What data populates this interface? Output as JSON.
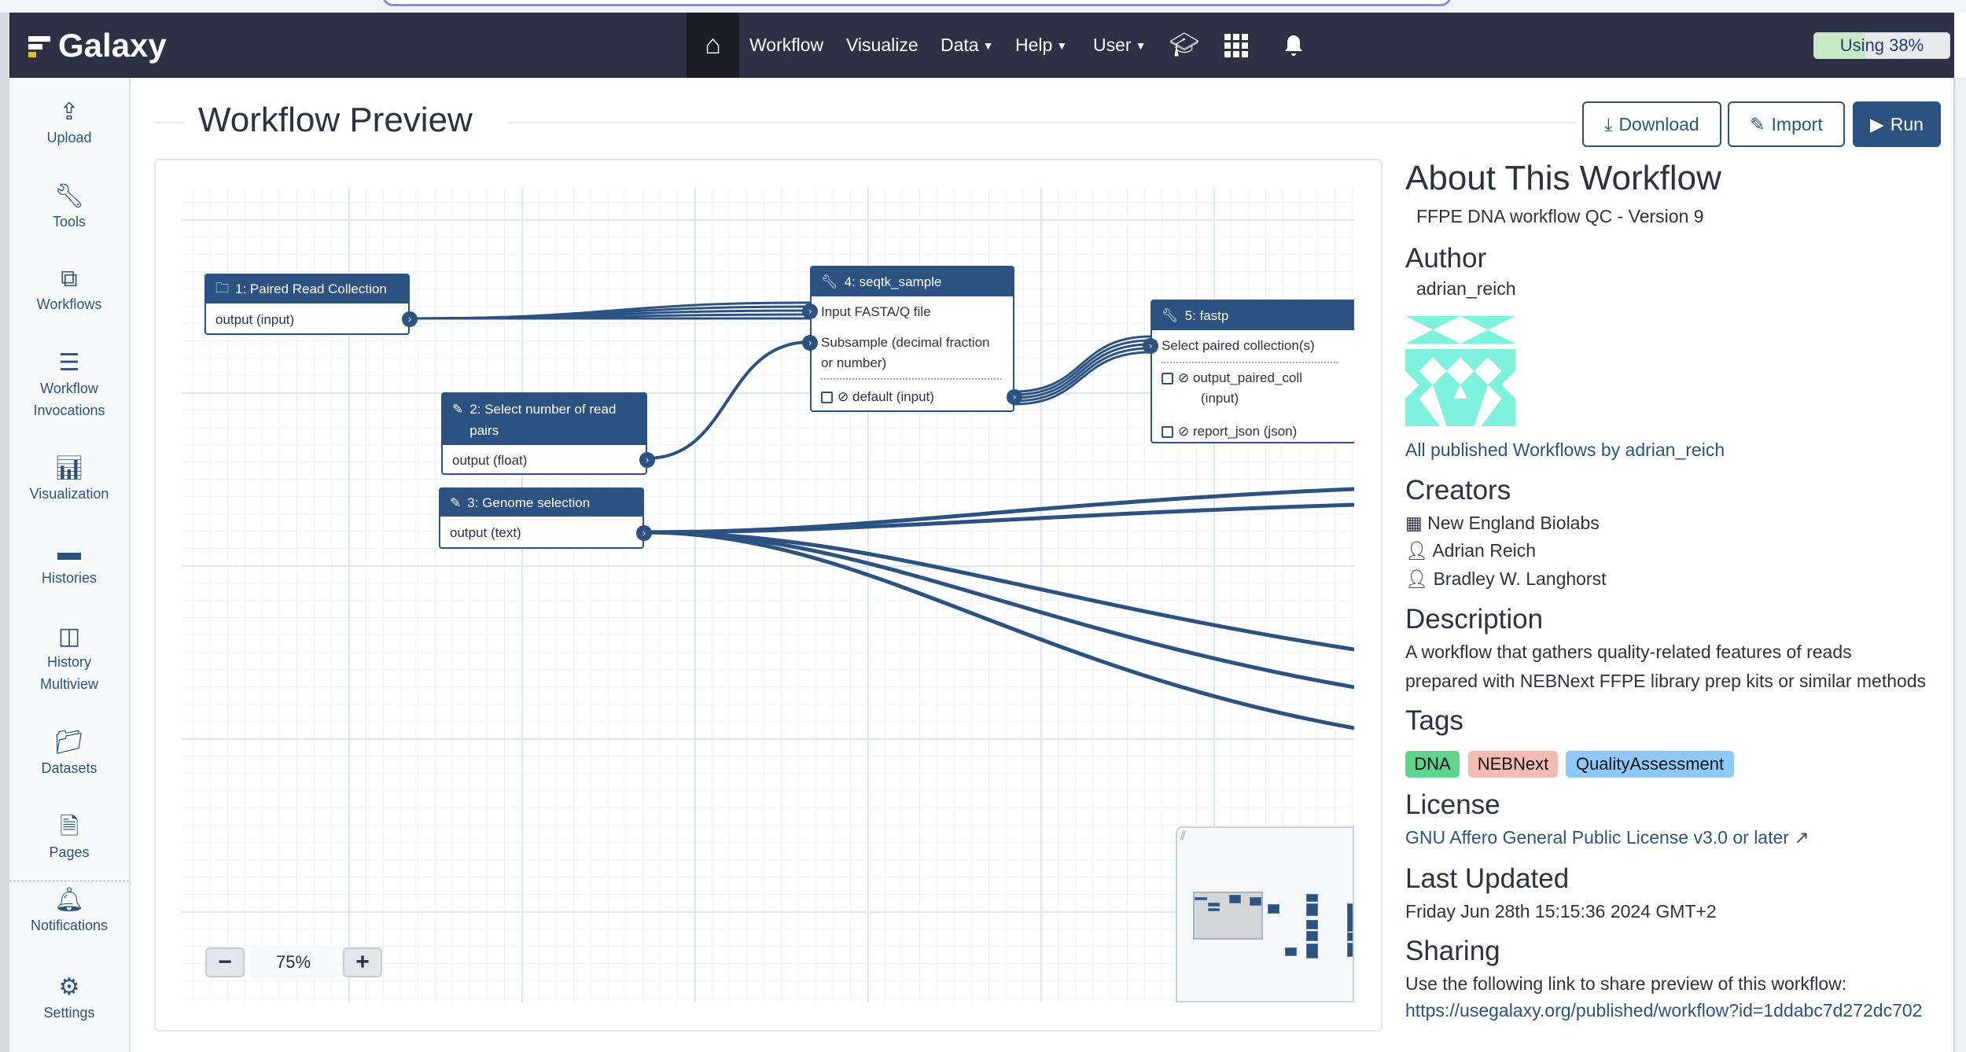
{
  "brand": {
    "name": "Galaxy"
  },
  "nav": {
    "items": [
      {
        "label": "Workflow"
      },
      {
        "label": "Visualize"
      },
      {
        "label": "Data",
        "dropdown": true
      },
      {
        "label": "Help",
        "dropdown": true
      },
      {
        "label": "User",
        "dropdown": true
      }
    ],
    "icons": [
      "home-icon",
      "graduation-cap-icon",
      "apps-grid-icon",
      "bell-icon"
    ],
    "quota": {
      "label": "Using 38%",
      "percent": 38
    }
  },
  "sidebar": {
    "items": [
      {
        "label": "Upload",
        "icon": "upload-icon"
      },
      {
        "label": "Tools",
        "icon": "wrench-icon"
      },
      {
        "label": "Workflows",
        "icon": "sitemap-icon"
      },
      {
        "label": "Workflow Invocations",
        "icon": "list-icon"
      },
      {
        "label": "Visualization",
        "icon": "chart-icon"
      },
      {
        "label": "Histories",
        "icon": "hdd-icon"
      },
      {
        "label": "History Multiview",
        "icon": "columns-icon"
      },
      {
        "label": "Datasets",
        "icon": "folder-icon"
      },
      {
        "label": "Pages",
        "icon": "file-icon"
      },
      {
        "label": "Notifications",
        "icon": "bell-icon"
      },
      {
        "label": "Settings",
        "icon": "gear-icon"
      }
    ]
  },
  "page": {
    "title": "Workflow Preview",
    "buttons": {
      "download": "Download",
      "import": "Import",
      "run": "Run"
    }
  },
  "canvas": {
    "zoom": "75%",
    "nodes": [
      {
        "title": "1: Paired Read Collection",
        "icon": "folder-icon",
        "outputs": [
          "output (input)"
        ]
      },
      {
        "title": "2: Select number of read pairs",
        "icon": "pencil-icon",
        "outputs": [
          "output (float)"
        ]
      },
      {
        "title": "3: Genome selection",
        "icon": "pencil-icon",
        "outputs": [
          "output (text)"
        ]
      },
      {
        "title": "4: seqtk_sample",
        "icon": "wrench-icon",
        "inputs": [
          "Input FASTA/Q file",
          "Subsample (decimal fraction or number)"
        ],
        "outputs": [
          "default (input)"
        ]
      },
      {
        "title": "5: fastp",
        "icon": "wrench-icon",
        "inputs": [
          "Select paired collection(s)"
        ],
        "outputs": [
          "output_paired_coll (input)",
          "report_json (json)"
        ]
      }
    ]
  },
  "about": {
    "heading": "About This Workflow",
    "name": "FFPE DNA workflow QC - Version 9",
    "author_heading": "Author",
    "author": "adrian_reich",
    "author_link": "All published Workflows by adrian_reich",
    "creators_heading": "Creators",
    "creators": [
      {
        "name": "New England Biolabs",
        "icon": "building-icon"
      },
      {
        "name": "Adrian Reich",
        "icon": "user-icon"
      },
      {
        "name": "Bradley W. Langhorst",
        "icon": "user-icon"
      }
    ],
    "description_heading": "Description",
    "description": [
      "A workflow that gathers quality-related features of reads",
      "prepared with NEBNext FFPE library prep kits or similar methods"
    ],
    "tags_heading": "Tags",
    "tags": [
      {
        "label": "DNA",
        "color": "#5fd48e"
      },
      {
        "label": "NEBNext",
        "color": "#f3bcb2"
      },
      {
        "label": "QualityAssessment",
        "color": "#8ecaf9"
      }
    ],
    "license_heading": "License",
    "license": "GNU Affero General Public License v3.0 or later",
    "updated_heading": "Last Updated",
    "updated": "Friday Jun 28th 15:15:36 2024 GMT+2",
    "sharing_heading": "Sharing",
    "sharing_text": "Use the following link to share preview of this workflow:",
    "sharing_url": "https://usegalaxy.org/published/workflow?id=1ddabc7d272dc702"
  },
  "colors": {
    "navbar": "#2c3143",
    "primary": "#2c5282",
    "identicon": "#7ef2dc"
  }
}
